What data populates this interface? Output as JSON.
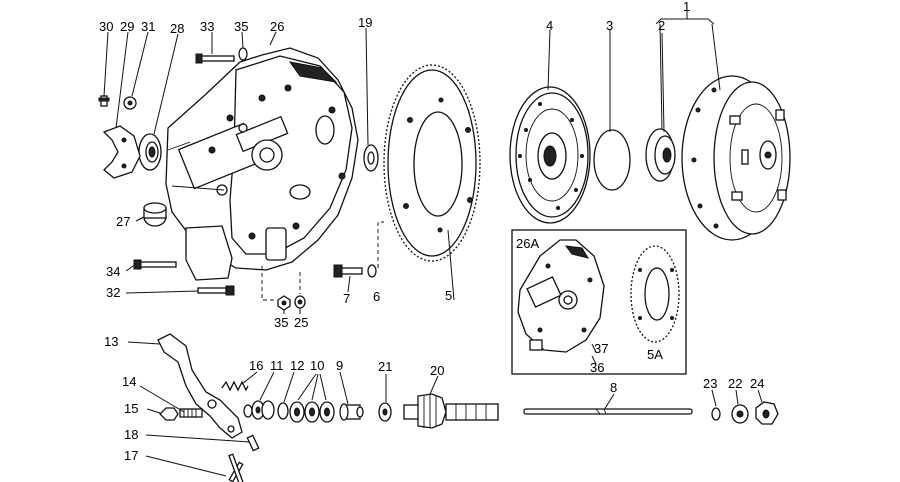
{
  "labels": {
    "l1": "1",
    "l2": "2",
    "l3": "3",
    "l4": "4",
    "l5": "5",
    "l5A": "5A",
    "l6": "6",
    "l7": "7",
    "l8": "8",
    "l9": "9",
    "l10": "10",
    "l11": "11",
    "l12": "12",
    "l13": "13",
    "l14": "14",
    "l15": "15",
    "l16": "16",
    "l17": "17",
    "l18": "18",
    "l19": "19",
    "l20": "20",
    "l21": "21",
    "l22": "22",
    "l23": "23",
    "l24": "24",
    "l25": "25",
    "l26": "26",
    "l26A": "26A",
    "l27": "27",
    "l28": "28",
    "l29": "29",
    "l30": "30",
    "l31": "31",
    "l32": "32",
    "l33": "33",
    "l34": "34",
    "l35a": "35",
    "l35b": "35",
    "l36": "36",
    "l37": "37"
  }
}
